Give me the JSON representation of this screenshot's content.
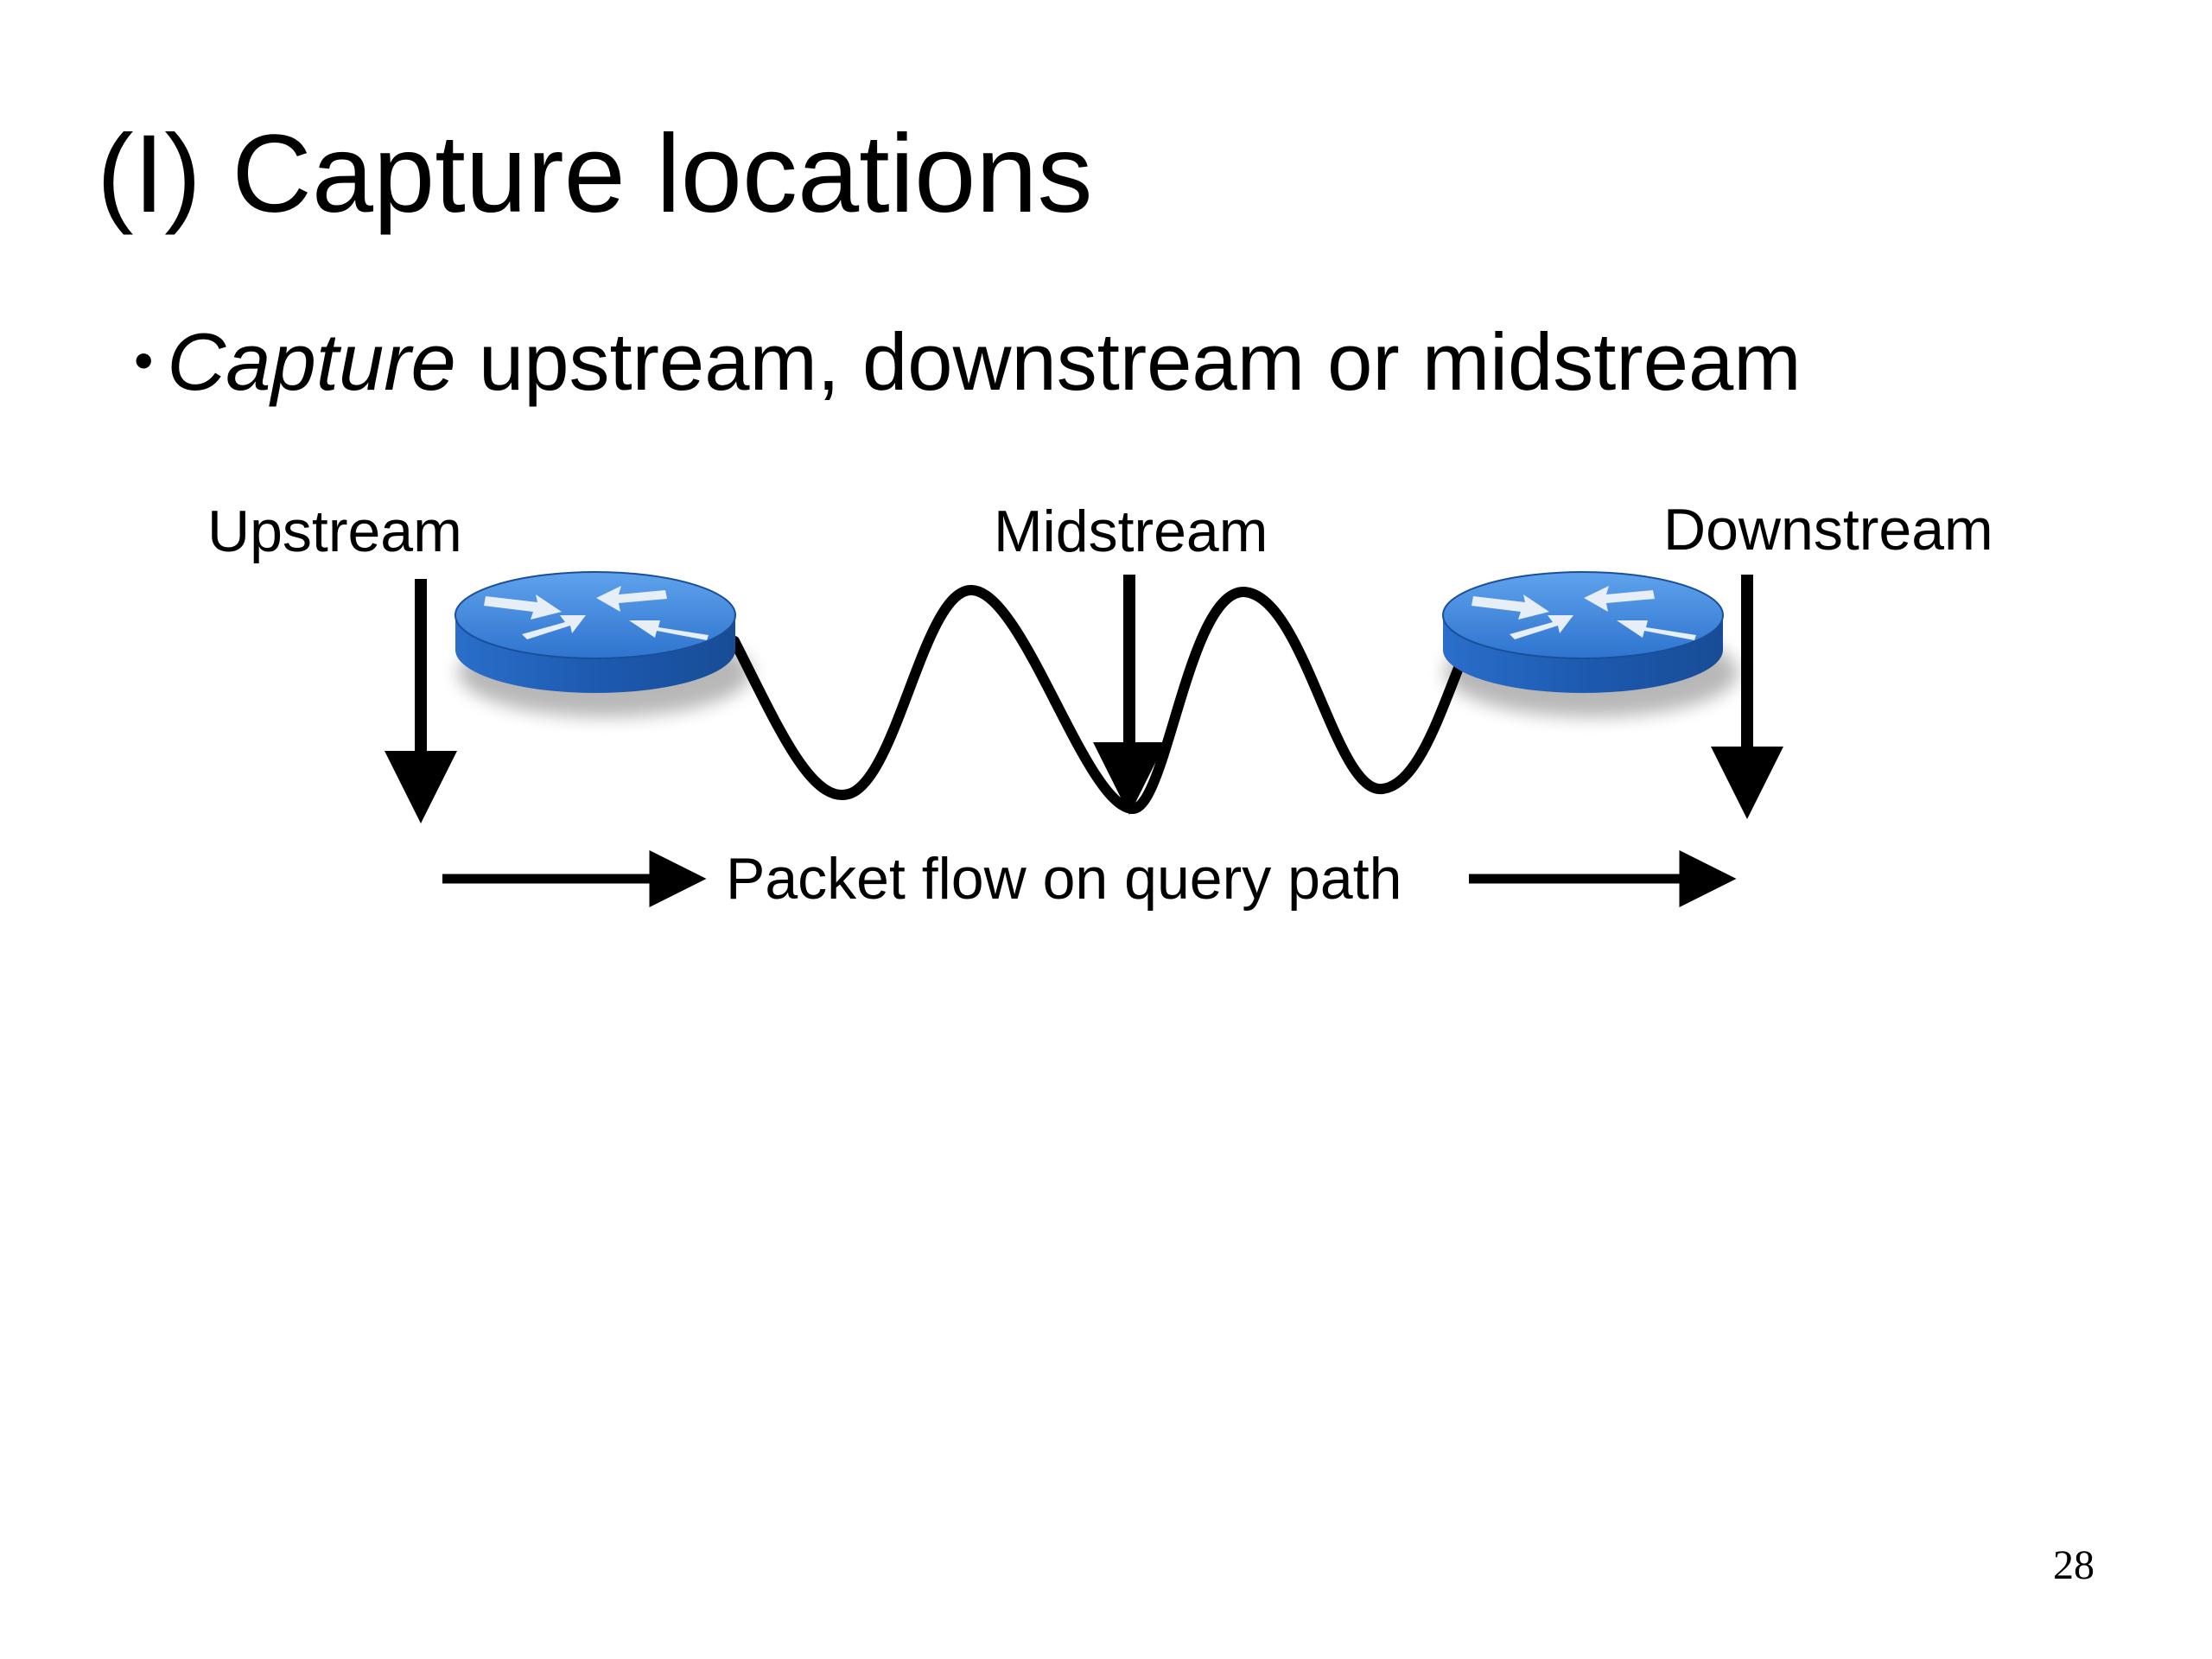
{
  "slide": {
    "title": "(I) Capture locations",
    "bullet": {
      "emphasis": "Capture",
      "text": " upstream, downstream or midstream"
    },
    "page_number": "28"
  },
  "diagram": {
    "labels": {
      "upstream": "Upstream",
      "midstream": "Midstream",
      "downstream": "Downstream",
      "flow": "Packet flow on query path"
    },
    "nodes": [
      {
        "name": "router-left",
        "icon": "router-icon"
      },
      {
        "name": "router-right",
        "icon": "router-icon"
      }
    ],
    "colors": {
      "router_top": "#3f86d8",
      "router_side": "#1f5fb8",
      "router_arrows": "#e6eef8",
      "line": "#000000"
    }
  }
}
